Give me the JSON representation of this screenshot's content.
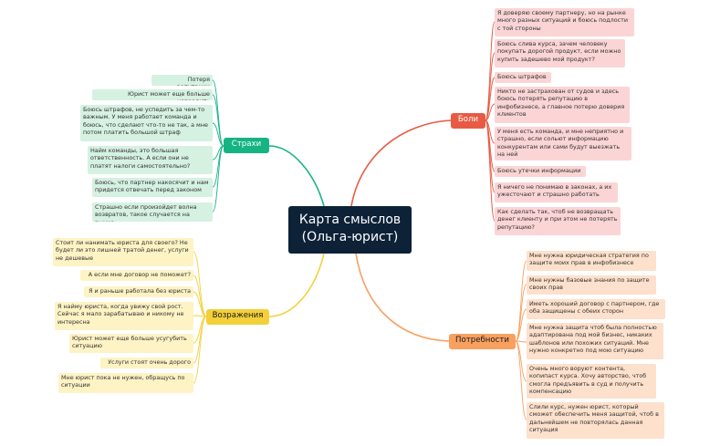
{
  "center": {
    "line1": "Карта смыслов",
    "line2": "(Ольга-юрист)"
  },
  "branches": {
    "boli": {
      "label": "Боли",
      "color": "#e85a44",
      "items": [
        "Я доверяю своему партнеру, но на рынке много разных ситуаций и боюсь подлости с той стороны",
        "Боюсь слива курса, зачем человеку покупать дорогой продукт, если можно купить задешево мой продукт?",
        "Боюсь штрафов",
        "Никто не застрахован от судов и здесь боюсь потерять репутацию в инфобизнесе, а главное потерю доверия клиентов",
        "У меня есть команда, и мне неприятно и страшно, если сольют информацию конкурентам или сами будут выезжать на ней",
        "Боюсь утечки информации",
        "Я ничего не понимаю в законах, а их ужесточают и страшно работать",
        "Как сделать так, чтоб не возвращать денег клиенту и при этом не потерять репутацию?"
      ]
    },
    "strahi": {
      "label": "Страхи",
      "color": "#16b383",
      "items": [
        "Потеря репутации",
        "Юрист может еще больше навредить",
        "Боюсь штрафов, не успедить за чем-то важным. У меня работает команда и боюсь, что сделают что-то не так, а мне потом платить большой штраф",
        "Найм команды, это большая ответственность. А если они не платят налоги самостоятельно?",
        "Боюсь, что партнер накосячит и нам придется отвечать перед законом",
        "Страшно если произойдет волна возвратов, такое случается на рынке"
      ]
    },
    "vozrazheniya": {
      "label": "Возражения",
      "color": "#f3d03a",
      "items": [
        "Стоит ли нанимать юриста для своего? Не будет ли это лишней тратой денег, услуги не дешевые",
        "А если мне договор не поможет?",
        "Я и раньше работала без юриста",
        "Я найму юриста, когда увижу свой рост. Сейчас я мало зарабатываю и никому не интересна",
        "Юрист может еще больше усугубить ситуацию",
        "Услуги стоят очень дорого",
        "Мне юрист пока не нужен, обращусь по ситуации"
      ]
    },
    "potrebnosti": {
      "label": "Потребности",
      "color": "#f8a060",
      "items": [
        "Мне нужна юридическая стратегия по защите моих прав в инфобизнесе",
        "Мне нужны базовые знания по защите своих прав",
        "Иметь хороший договор с партнером, где оба защищены с обеих сторон",
        "Мне нужна защита чтоб была полностью адаптирована под мой бизнес, никаких шаблонов или похожих ситуаций. Мне нужно конкретно под мою ситуацию",
        "Очень много воруют контента, копипаст курса. Хочу авторство, чтоб смогла предъявить в суд и получить компенсацию",
        "Слили курс, нужен юрист, который сможет обеспечить меня защитой, чтоб в дальнейшем не повторялась данная ситуация"
      ]
    }
  }
}
